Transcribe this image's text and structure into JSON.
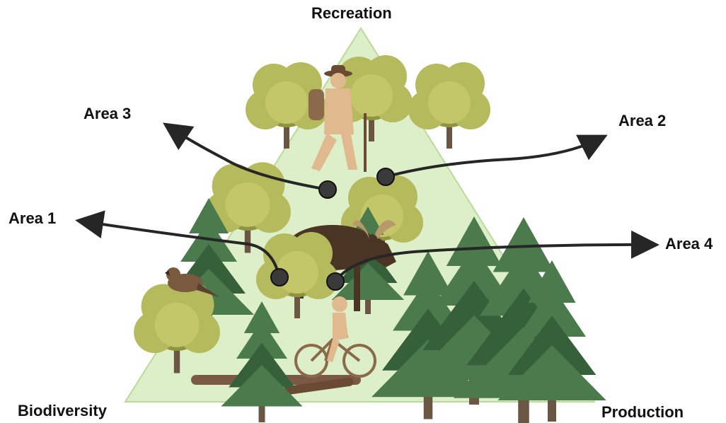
{
  "diagram": {
    "vertices": {
      "top": "Recreation",
      "bottom_left": "Biodiversity",
      "bottom_right": "Production"
    },
    "areas": [
      {
        "label": "Area 1"
      },
      {
        "label": "Area 2"
      },
      {
        "label": "Area 3"
      },
      {
        "label": "Area 4"
      }
    ],
    "colors": {
      "triangle_fill": "#dcefc8",
      "triangle_stroke": "#b8dc98",
      "broadleaf": "#b5ba5c",
      "broadleaf_dark": "#8f9440",
      "conifer": "#4b7a4c",
      "conifer_dark": "#36603a",
      "trunk": "#6b5643",
      "arrow": "#262626",
      "marker": "#3a3a3a",
      "person": "#e0b98e",
      "moose": "#4a3524"
    },
    "icons": [
      "broadleaf-tree-icon",
      "conifer-tree-icon",
      "hiker-icon",
      "moose-icon",
      "cyclist-icon",
      "bird-icon",
      "log-icon"
    ]
  }
}
